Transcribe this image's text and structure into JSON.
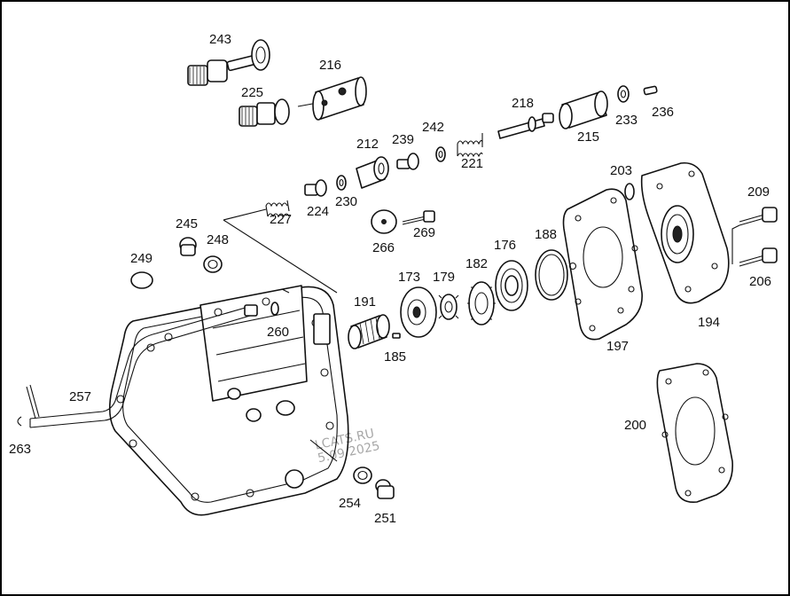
{
  "parts": [
    {
      "id": "p243",
      "label": "243"
    },
    {
      "id": "p216",
      "label": "216"
    },
    {
      "id": "p225",
      "label": "225"
    },
    {
      "id": "p218",
      "label": "218"
    },
    {
      "id": "p233",
      "label": "233"
    },
    {
      "id": "p236",
      "label": "236"
    },
    {
      "id": "p215",
      "label": "215"
    },
    {
      "id": "p242",
      "label": "242"
    },
    {
      "id": "p212",
      "label": "212"
    },
    {
      "id": "p239",
      "label": "239"
    },
    {
      "id": "p221",
      "label": "221"
    },
    {
      "id": "p203",
      "label": "203"
    },
    {
      "id": "p209",
      "label": "209"
    },
    {
      "id": "p227",
      "label": "227"
    },
    {
      "id": "p224",
      "label": "224"
    },
    {
      "id": "p230",
      "label": "230"
    },
    {
      "id": "p266",
      "label": "266"
    },
    {
      "id": "p269",
      "label": "269"
    },
    {
      "id": "p245",
      "label": "245"
    },
    {
      "id": "p248",
      "label": "248"
    },
    {
      "id": "p188",
      "label": "188"
    },
    {
      "id": "p176",
      "label": "176"
    },
    {
      "id": "p182",
      "label": "182"
    },
    {
      "id": "p206",
      "label": "206"
    },
    {
      "id": "p249",
      "label": "249"
    },
    {
      "id": "p173",
      "label": "173"
    },
    {
      "id": "p179",
      "label": "179"
    },
    {
      "id": "p191",
      "label": "191"
    },
    {
      "id": "p194",
      "label": "194"
    },
    {
      "id": "p260",
      "label": "260"
    },
    {
      "id": "p185",
      "label": "185"
    },
    {
      "id": "p197",
      "label": "197"
    },
    {
      "id": "p257",
      "label": "257"
    },
    {
      "id": "p200",
      "label": "200"
    },
    {
      "id": "p263",
      "label": "263"
    },
    {
      "id": "p254",
      "label": "254"
    },
    {
      "id": "p251",
      "label": "251"
    }
  ],
  "watermark": {
    "line1": "LCATS.RU",
    "line2": "5.09 2025"
  }
}
